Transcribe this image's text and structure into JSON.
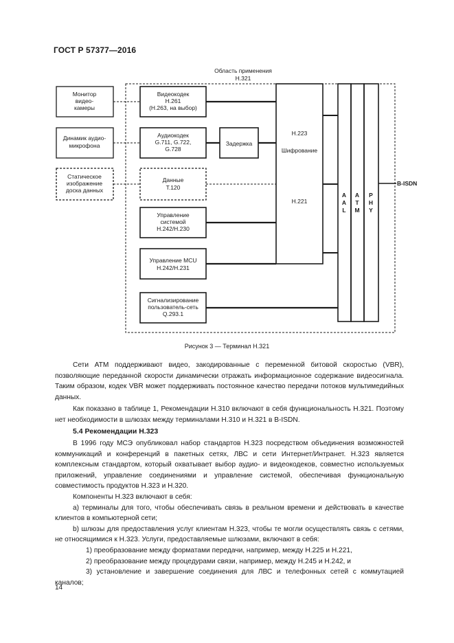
{
  "header": {
    "doc_id": "ГОСТ Р 57377—2016"
  },
  "figure": {
    "scope_label_line1": "Область применения",
    "scope_label_line2": "Н.321",
    "external": [
      {
        "lines": [
          "Монитор",
          "видео-",
          "камеры"
        ]
      },
      {
        "lines": [
          "Динамик аудио-",
          "микрофона"
        ]
      },
      {
        "lines": [
          "Статическое",
          "изображение",
          "доска данных"
        ]
      }
    ],
    "modules": [
      {
        "lines": [
          "Видеокодек",
          "Н.261",
          "(Н.263, на выбор)"
        ]
      },
      {
        "lines": [
          "Аудиокодек",
          "G.711, G.722,",
          "G.728"
        ]
      },
      {
        "lines": [
          "Данные",
          "Т.120"
        ]
      },
      {
        "lines": [
          "Управление",
          "системой",
          "Н.242/Н.230"
        ]
      },
      {
        "lines": [
          "Управление MCU",
          "Н.242/Н.231"
        ]
      },
      {
        "lines": [
          "Сигнализирование",
          "пользователь-сеть",
          "Q.293.1"
        ]
      }
    ],
    "delay_label": "Задержка",
    "mux": {
      "line1": "Н.223",
      "line2": "Шифрование",
      "line3": "Н.221"
    },
    "stack": [
      {
        "letters": [
          "A",
          "A",
          "L"
        ]
      },
      {
        "letters": [
          "A",
          "T",
          "M"
        ]
      },
      {
        "letters": [
          "P",
          "H",
          "Y"
        ]
      }
    ],
    "network_label": "B-ISDN",
    "caption": "Рисунок 3 — Терминал Н.321"
  },
  "body": {
    "para1": "Сети АТМ поддерживают видео, закодированные с переменной битовой скоростью (VBR), позволяющие переданной скорости динамически отражать информационное содержание видеосигнала. Таким образом, кодек VBR может поддерживать постоянное качество передачи потоков мультимедийных данных.",
    "para2": "Как показано в таблице 1, Рекомендации Н.310 включают в себя функциональность Н.321. Поэтому нет необходимости в шлюзах между терминалами Н.310 и Н.321 в B-ISDN.",
    "section_heading": "5.4 Рекомендации Н.323",
    "para3": "В 1996 году МСЭ опубликовал набор стандартов Н.323 посредством объединения возможностей коммуникаций и конференций в пакетных сетях, ЛВС и сети Интернет/Интранет. Н.323 является комплексным стандартом, который охватывает выбор аудио- и видеокодеков, совместно используемых приложений, управление соединениями и управление системой, обеспечивая функциональную совместимость продуктов Н.323 и Н.320.",
    "para4": "Компоненты Н.323 включают в себя:",
    "item_a": "а) терминалы для того, чтобы обеспечивать связь в реальном времени и действовать в качестве клиентов в компьютерной сети;",
    "item_b": "b) шлюзы для предоставления услуг клиентам Н.323, чтобы те могли осуществлять связь с сетями, не относящимися к Н.323. Услуги, предоставляемые шлюзами, включают в себя:",
    "sub1": "1) преобразование между форматами передачи, например, между Н.225 и Н.221,",
    "sub2": "2) преобразование между процедурами связи, например, между Н.245 и Н.242, и",
    "sub3": "3) установление и завершение соединения для ЛВС и телефонных сетей с коммутацией каналов;"
  },
  "footer": {
    "page_number": "14"
  }
}
